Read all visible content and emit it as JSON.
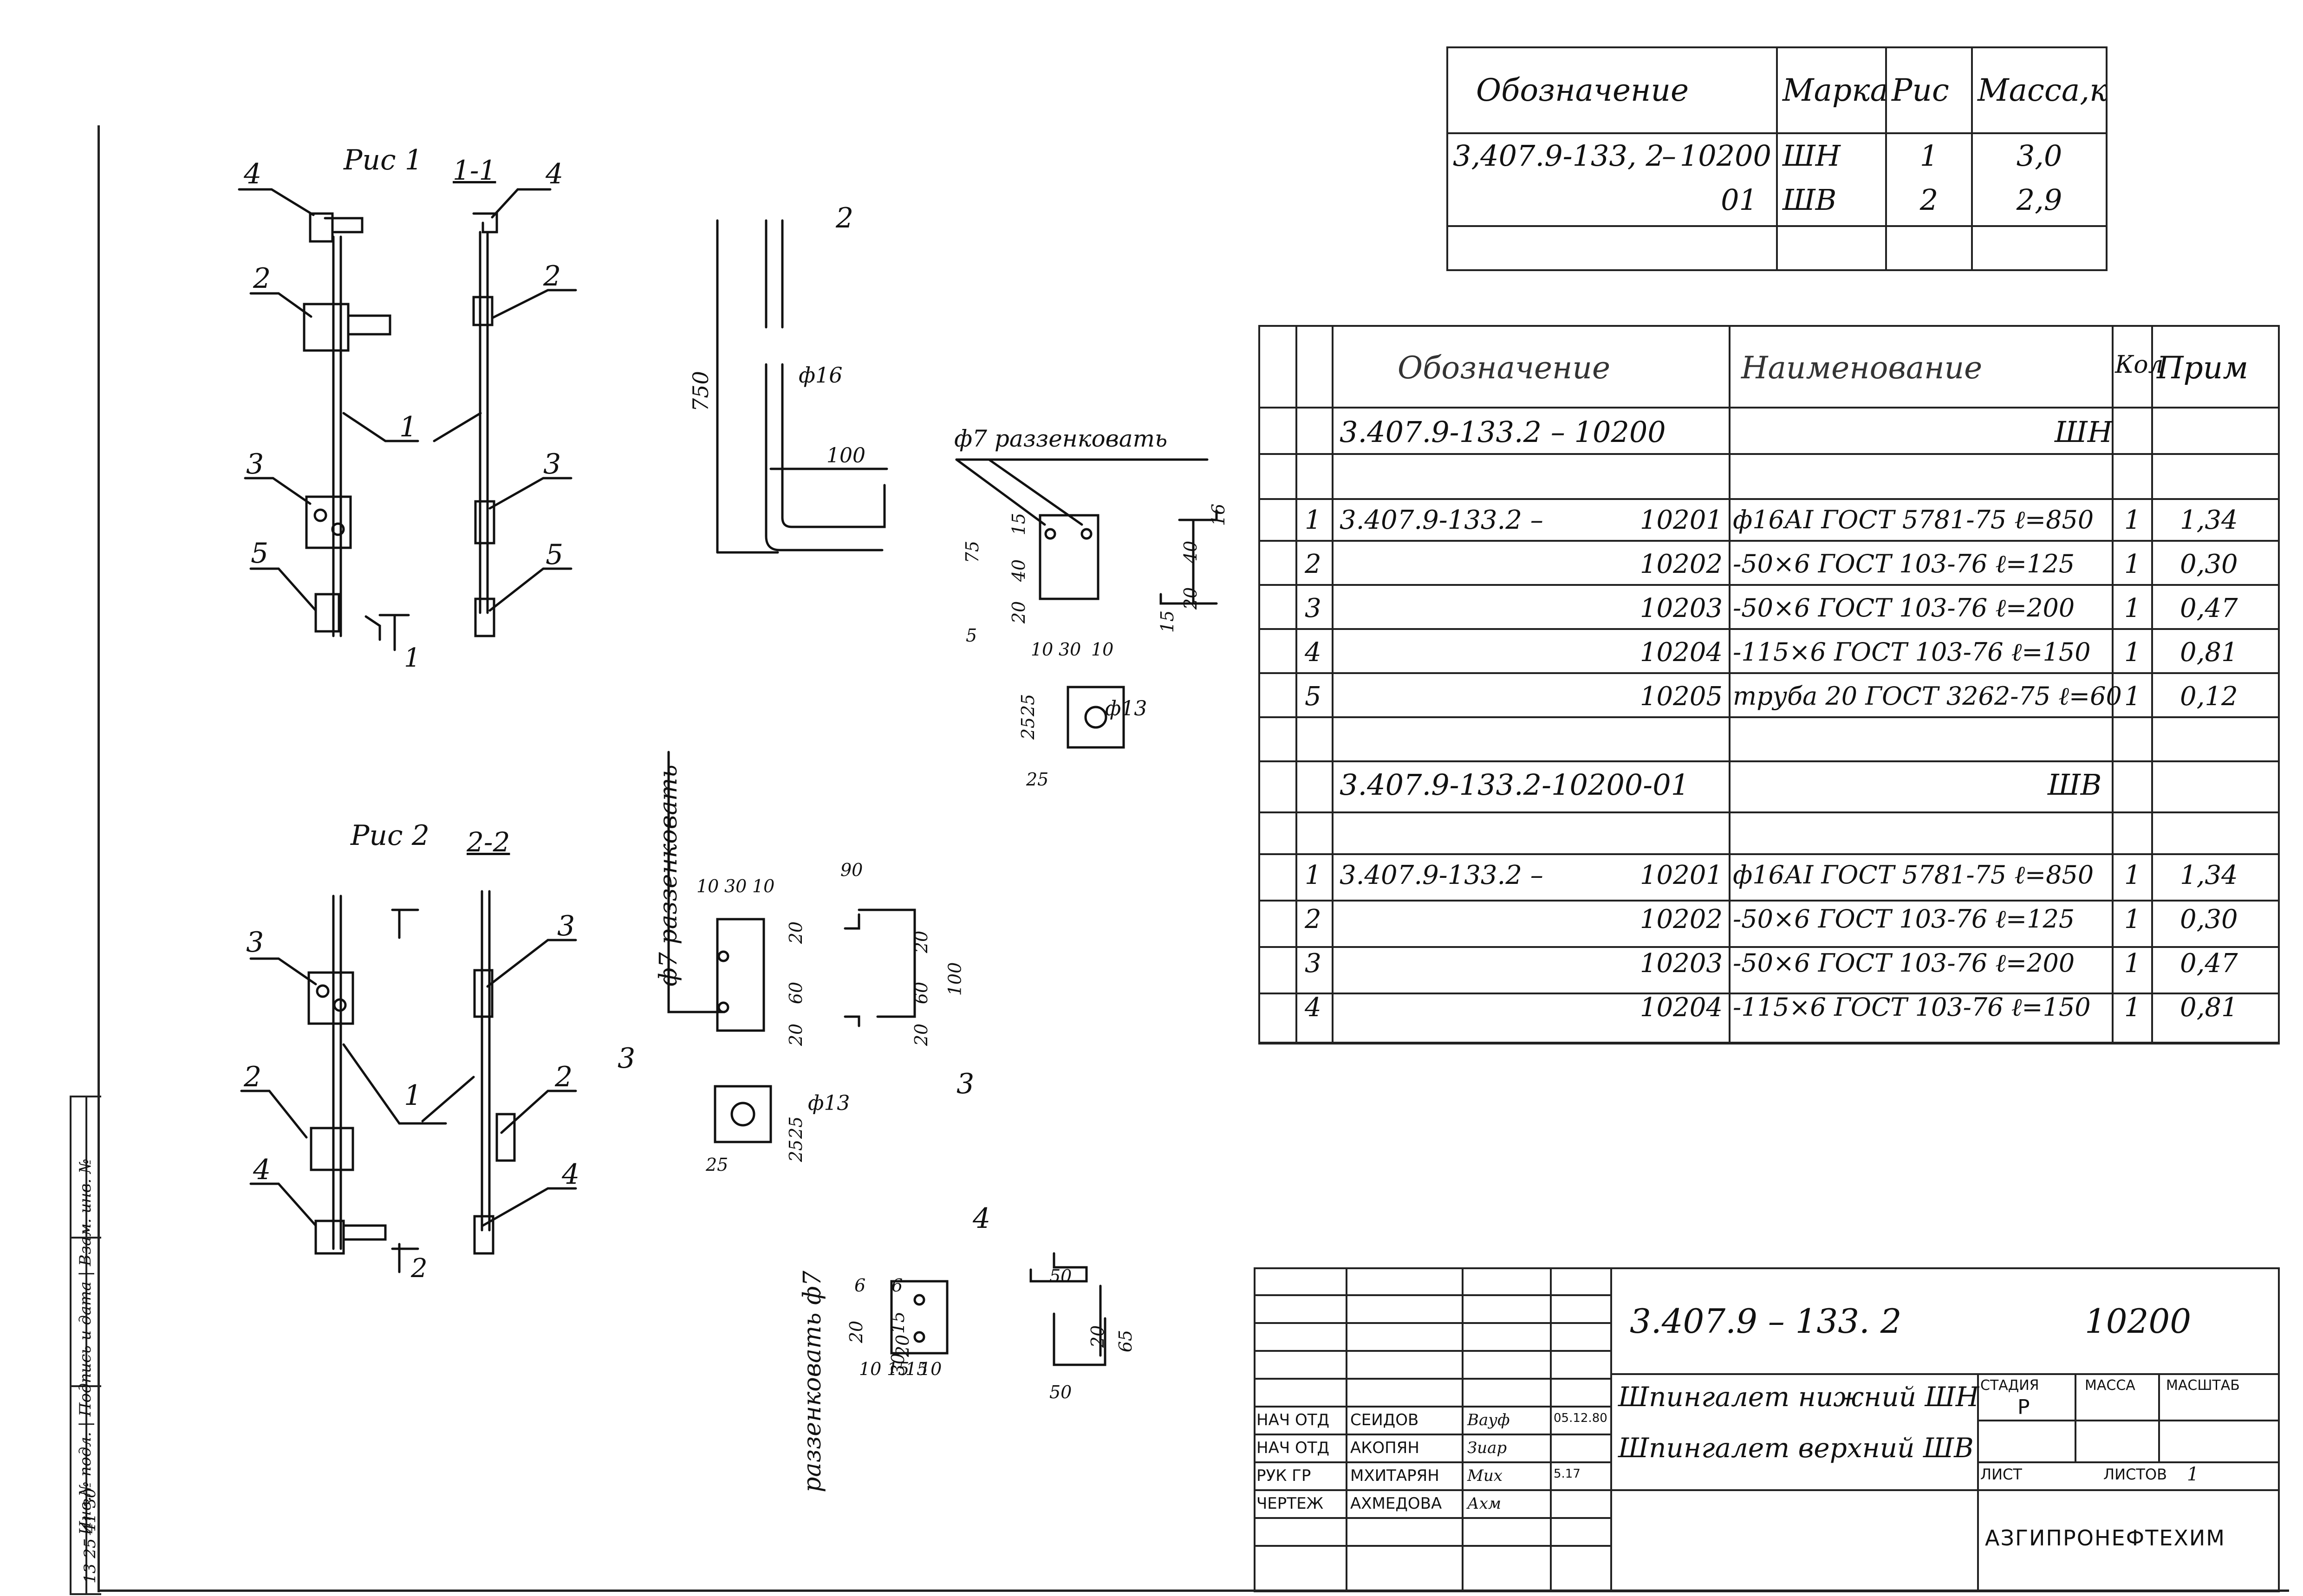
{
  "marks_table": {
    "headers": [
      "Обозначение",
      "Марка",
      "Рис",
      "Масса,кг"
    ],
    "rows": [
      {
        "designation": "3,407.9-133, 2",
        "dash": "–",
        "code": "10200",
        "mark": "ШН",
        "fig": "1",
        "mass": "3,0"
      },
      {
        "designation": "",
        "dash": "",
        "code": "01",
        "mark": "ШВ",
        "fig": "2",
        "mass": "2,9"
      }
    ]
  },
  "spec_table": {
    "headers": [
      "Обозначение",
      "Наименование",
      "Кол",
      "Прим"
    ],
    "group1": {
      "designation": "3.407.9-133.2 – 10200",
      "mark": "ШН"
    },
    "group1_rows": [
      {
        "pos": "1",
        "designation": "3.407.9-133.2 –",
        "code": "10201",
        "name": "ф16АI ГОСТ 5781-75 ℓ=850",
        "qty": "1",
        "note": "1,34"
      },
      {
        "pos": "2",
        "designation": "",
        "code": "10202",
        "name": "-50×6 ГОСТ 103-76 ℓ=125",
        "qty": "1",
        "note": "0,30"
      },
      {
        "pos": "3",
        "designation": "",
        "code": "10203",
        "name": "-50×6 ГОСТ 103-76 ℓ=200",
        "qty": "1",
        "note": "0,47"
      },
      {
        "pos": "4",
        "designation": "",
        "code": "10204",
        "name": "-115×6 ГОСТ 103-76 ℓ=150",
        "qty": "1",
        "note": "0,81"
      },
      {
        "pos": "5",
        "designation": "",
        "code": "10205",
        "name": "труба 20 ГОСТ 3262-75 ℓ=60",
        "qty": "1",
        "note": "0,12"
      }
    ],
    "group2": {
      "designation": "3.407.9-133.2-10200-01",
      "mark": "ШВ"
    },
    "group2_rows": [
      {
        "pos": "1",
        "designation": "3.407.9-133.2 –",
        "code": "10201",
        "name": "ф16АI ГОСТ 5781-75 ℓ=850",
        "qty": "1",
        "note": "1,34"
      },
      {
        "pos": "2",
        "designation": "",
        "code": "10202",
        "name": "-50×6 ГОСТ 103-76 ℓ=125",
        "qty": "1",
        "note": "0,30"
      },
      {
        "pos": "3",
        "designation": "",
        "code": "10203",
        "name": "-50×6 ГОСТ 103-76 ℓ=200",
        "qty": "1",
        "note": "0,47"
      },
      {
        "pos": "4",
        "designation": "",
        "code": "10204",
        "name": "-115×6 ГОСТ 103-76 ℓ=150",
        "qty": "1",
        "note": "0,81"
      }
    ]
  },
  "title_block": {
    "doc_code": "3.407.9 – 133. 2",
    "doc_number": "10200",
    "title_line1": "Шпингалет нижний ШН",
    "title_line2": "Шпингалет верхний ШВ",
    "col_stage": "СТАДИЯ",
    "col_mass": "МАССА",
    "col_scale": "МАСШТАБ",
    "stage_value": "Р",
    "sheet_label": "ЛИСТ",
    "sheets_label": "ЛИСТОВ",
    "sheets_value": "1",
    "organization": "АЗГИПРОНЕФТЕХИМ",
    "staff": [
      {
        "role": "НАЧ ОТД",
        "name": "СЕИДОВ",
        "sign": "Вауф",
        "date": "05.12.80"
      },
      {
        "role": "НАЧ ОТД",
        "name": "АКОПЯН",
        "sign": "Зиар",
        "date": ""
      },
      {
        "role": "РУК ГР",
        "name": "МХИТАРЯН",
        "sign": "Мих",
        "date": "5.17"
      },
      {
        "role": "ЧЕРТЕЖ",
        "name": "АХМЕДОВА",
        "sign": "Ахм",
        "date": ""
      }
    ]
  },
  "drawings": {
    "fig1_title": "Рис 1",
    "fig2_title": "Рис 2",
    "section_1": "1-1",
    "section_2": "2-2",
    "section_mark_1": "1",
    "section_mark_2": "2",
    "dim_750": "750",
    "dim_phi16": "ф16",
    "dim_100": "100",
    "countersink": "ф7 раззенковать",
    "countersink_short": "раззенковать ф7",
    "phi13": "ф13",
    "positions": [
      "1",
      "2",
      "3",
      "4",
      "5"
    ],
    "dims_plate2": [
      "75",
      "15",
      "40",
      "20",
      "10",
      "30",
      "10",
      "5"
    ],
    "dims_part4": [
      "16",
      "40",
      "20",
      "15",
      "25",
      "25",
      "25"
    ],
    "dims_plate3": [
      "10",
      "30",
      "10",
      "20",
      "60",
      "20",
      "25",
      "25",
      "25",
      "90",
      "20",
      "60",
      "20",
      "100"
    ],
    "dims_part4b": [
      "6",
      "6",
      "20",
      "15",
      "30",
      "10",
      "20",
      "15",
      "15",
      "10",
      "50",
      "20",
      "65",
      "50"
    ]
  },
  "margin": {
    "stamp_text": "Инв.№ подл. | Подпись и дата | Взам. инв. №",
    "inv_number": "13 25 41 30"
  }
}
